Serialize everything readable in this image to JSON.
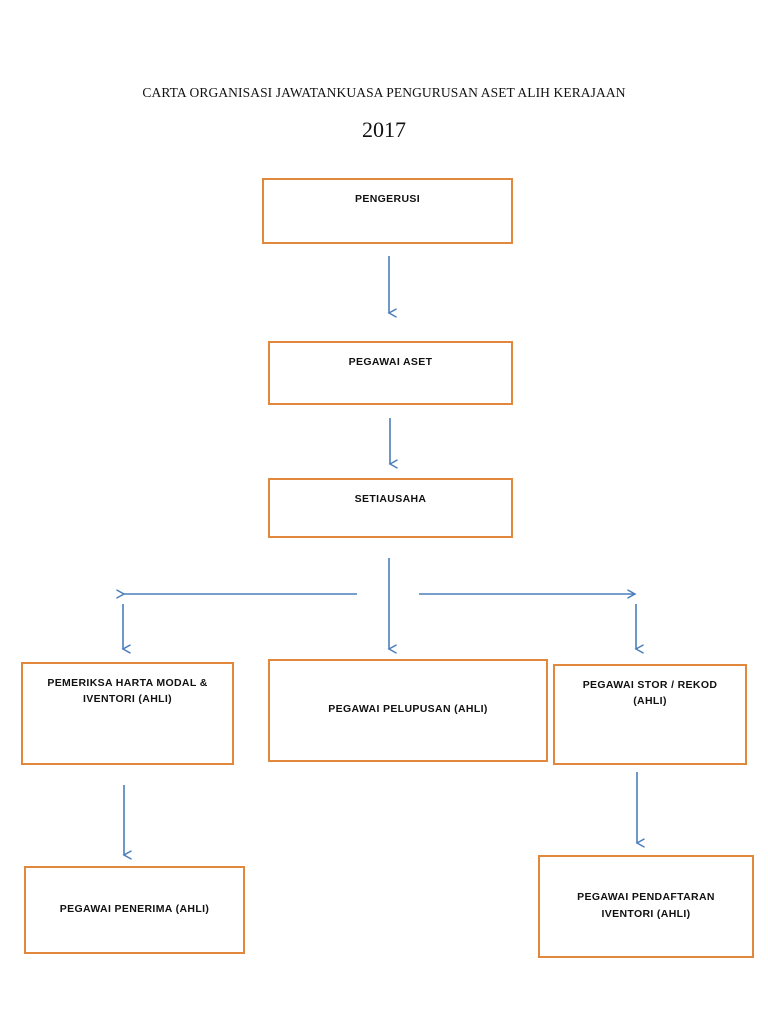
{
  "document": {
    "title_line1": "CARTA ORGANISASI JAWATANKUASA PENGURUSAN ASET ALIH  KERAJAAN",
    "year": "2017"
  },
  "theme": {
    "box_border": "#E2883C",
    "box_fill": "#FFFFFF",
    "connector": "#4A7EBB",
    "text": "#111111"
  },
  "nodes": {
    "pengerusi": {
      "label": "PENGERUSI"
    },
    "pegawai_aset": {
      "label": "PEGAWAI ASET"
    },
    "setiausaha": {
      "label": "SETIAUSAHA"
    },
    "pemeriksa": {
      "label": "PEMERIKSA HARTA MODAL &\nIVENTORI (AHLI)"
    },
    "pelupusan": {
      "label": "PEGAWAI PELUPUSAN (AHLI)"
    },
    "stor_rekod": {
      "label": "PEGAWAI STOR / REKOD\n(AHLI)"
    },
    "penerima": {
      "label": "PEGAWAI PENERIMA (AHLI)"
    },
    "pendaftaran": {
      "label": "PEGAWAI PENDAFTARAN\nIVENTORI (AHLI)"
    }
  },
  "connectors": [
    {
      "name": "pengerusi-to-pegawai-aset",
      "type": "arrow-down"
    },
    {
      "name": "pegawai-aset-to-setiausaha",
      "type": "arrow-down"
    },
    {
      "name": "setiausaha-to-pelupusan",
      "type": "arrow-down"
    },
    {
      "name": "branch-left",
      "type": "arrow-left"
    },
    {
      "name": "branch-right",
      "type": "arrow-right"
    },
    {
      "name": "branch-left-to-pemeriksa",
      "type": "arrow-down"
    },
    {
      "name": "branch-right-to-stor-rekod",
      "type": "arrow-down"
    },
    {
      "name": "pemeriksa-to-penerima",
      "type": "arrow-down"
    },
    {
      "name": "stor-rekod-to-pendaftaran",
      "type": "arrow-down"
    }
  ]
}
